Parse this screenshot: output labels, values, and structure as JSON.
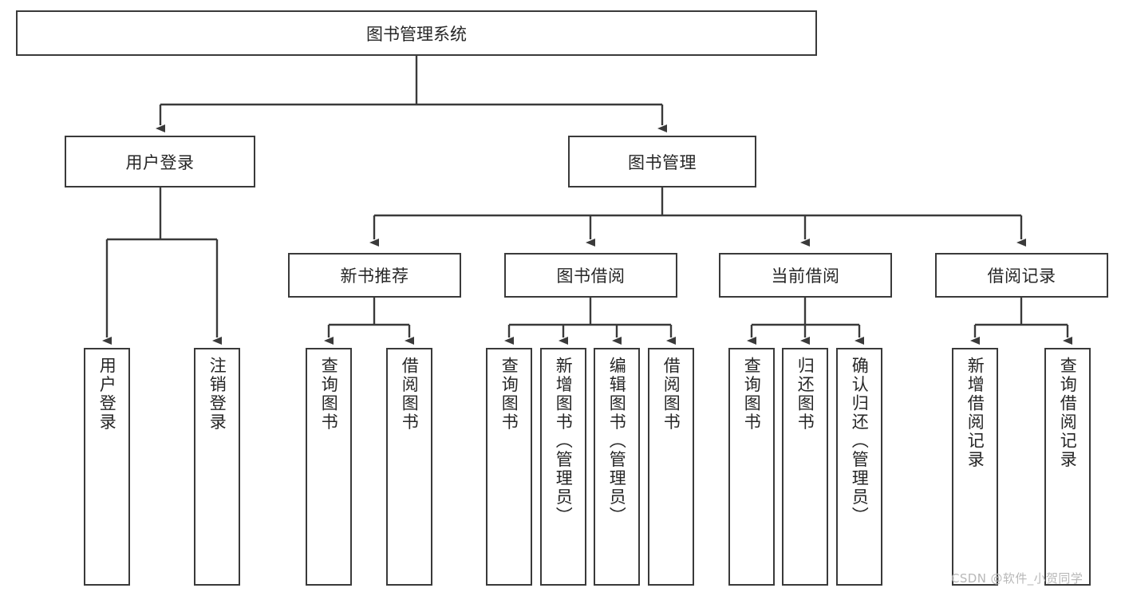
{
  "diagram": {
    "type": "tree-hierarchy-chart",
    "title_text": "图书管理系统",
    "watermark": "CSDN @软件_小贺同学",
    "colors": {
      "box_border": "#3a3a3a",
      "box_fill": "#ffffff",
      "edge": "#3a3a3a",
      "text": "#262626",
      "watermark": "#b8b8b8",
      "background": "#ffffff"
    },
    "nodes": {
      "root": {
        "label": "图书管理系统"
      },
      "level2": [
        {
          "id": "user-login",
          "label": "用户登录"
        },
        {
          "id": "book-management",
          "label": "图书管理"
        }
      ],
      "level3": [
        {
          "id": "new-book-recommend",
          "label": "新书推荐"
        },
        {
          "id": "book-borrow",
          "label": "图书借阅"
        },
        {
          "id": "current-borrow",
          "label": "当前借阅"
        },
        {
          "id": "borrow-record",
          "label": "借阅记录"
        }
      ],
      "leaves": {
        "user-login": [
          {
            "id": "leaf-user-login",
            "label": "用户登录"
          },
          {
            "id": "leaf-logout",
            "label": "注销登录"
          }
        ],
        "new-book-recommend": [
          {
            "id": "leaf-query-book-1",
            "label": "查询图书"
          },
          {
            "id": "leaf-borrow-book-1",
            "label": "借阅图书"
          }
        ],
        "book-borrow": [
          {
            "id": "leaf-query-book-2",
            "label": "查询图书"
          },
          {
            "id": "leaf-add-book",
            "label": "新增图书（管理员）"
          },
          {
            "id": "leaf-edit-book",
            "label": "编辑图书（管理员）"
          },
          {
            "id": "leaf-borrow-book-2",
            "label": "借阅图书"
          }
        ],
        "current-borrow": [
          {
            "id": "leaf-query-book-3",
            "label": "查询图书"
          },
          {
            "id": "leaf-return-book",
            "label": "归还图书"
          },
          {
            "id": "leaf-confirm-return",
            "label": "确认归还（管理员）"
          }
        ],
        "borrow-record": [
          {
            "id": "leaf-add-record",
            "label": "新增借阅记录"
          },
          {
            "id": "leaf-query-record",
            "label": "查询借阅记录"
          }
        ]
      }
    }
  }
}
